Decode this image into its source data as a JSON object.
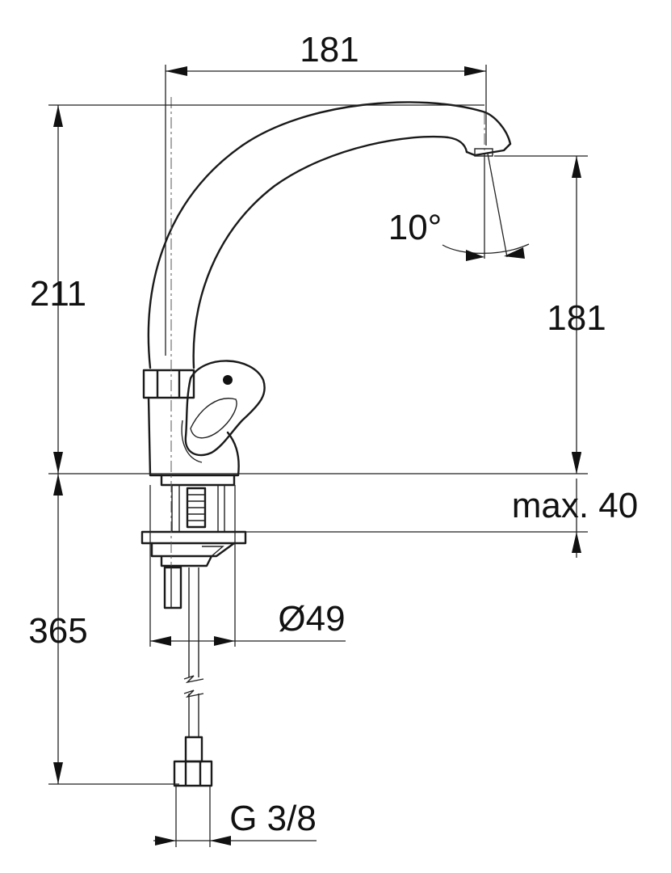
{
  "dimensions": {
    "top_width": "181",
    "total_height": "211",
    "spout_height": "181",
    "spout_angle": "10°",
    "deck_thickness": "max. 40",
    "below_length": "365",
    "base_diameter": "Ø49",
    "connection_thread": "G 3/8"
  },
  "colors": {
    "line": "#1a1a1a",
    "background": "#ffffff"
  }
}
